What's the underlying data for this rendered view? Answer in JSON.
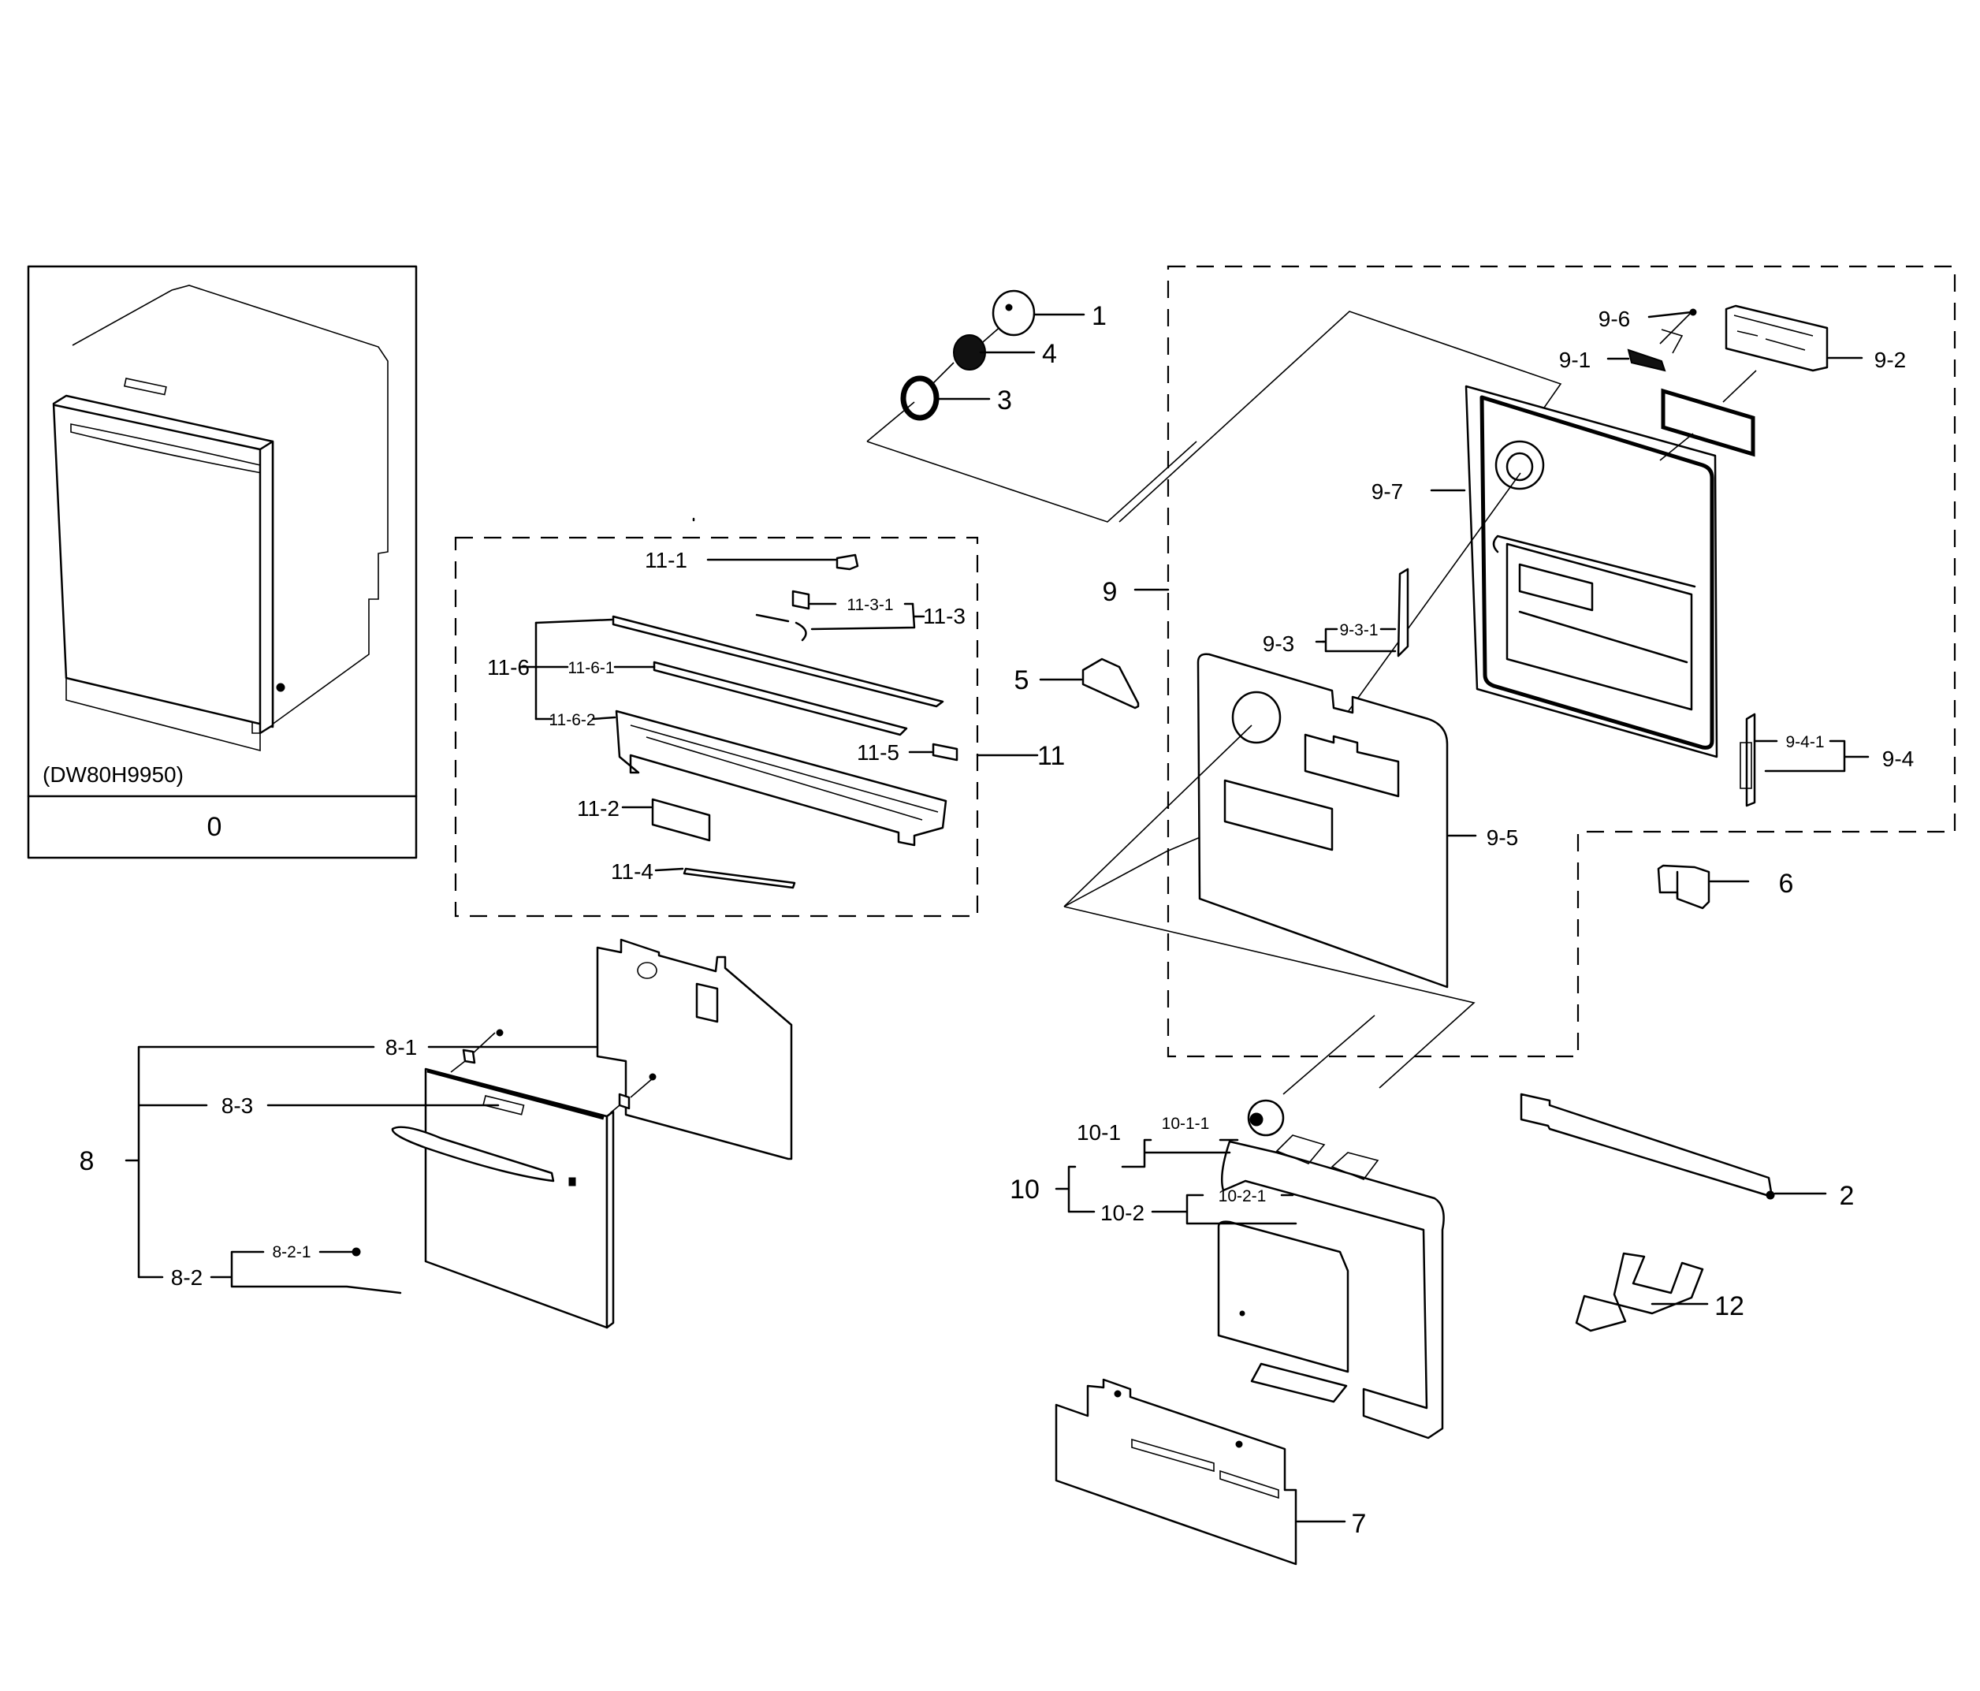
{
  "diagram": {
    "title_model": "(DW80H9950)",
    "overview_label": "0",
    "callouts": {
      "p1": "1",
      "p2": "2",
      "p3": "3",
      "p4": "4",
      "p5": "5",
      "p6": "6",
      "p7": "7",
      "p8": "8",
      "p8_1": "8-1",
      "p8_2": "8-2",
      "p8_2_1": "8-2-1",
      "p8_3": "8-3",
      "p9": "9",
      "p9_1": "9-1",
      "p9_2": "9-2",
      "p9_3": "9-3",
      "p9_3_1": "9-3-1",
      "p9_4": "9-4",
      "p9_4_1": "9-4-1",
      "p9_5": "9-5",
      "p9_6": "9-6",
      "p9_7": "9-7",
      "p10": "10",
      "p10_1": "10-1",
      "p10_1_1": "10-1-1",
      "p10_2": "10-2",
      "p10_2_1": "10-2-1",
      "p11": "11",
      "p11_1": "11-1",
      "p11_2": "11-2",
      "p11_3": "11-3",
      "p11_3_1": "11-3-1",
      "p11_4": "11-4",
      "p11_5": "11-5",
      "p11_6": "11-6",
      "p11_6_1": "11-6-1",
      "p11_6_2": "11-6-2",
      "p12": "12"
    }
  }
}
